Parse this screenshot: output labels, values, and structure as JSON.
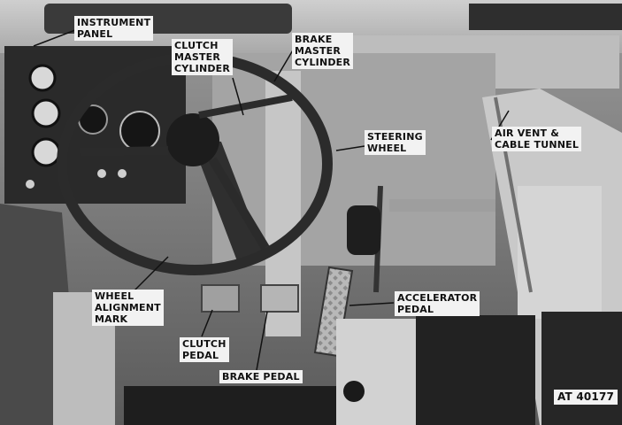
{
  "labels": {
    "instrument_panel": [
      "INSTRUMENT",
      "PANEL"
    ],
    "clutch_master_cylinder": [
      "CLUTCH",
      "MASTER",
      "CYLINDER"
    ],
    "brake_master_cylinder": [
      "BRAKE",
      "MASTER",
      "CYLINDER"
    ],
    "steering_wheel": [
      "STEERING",
      "WHEEL"
    ],
    "air_vent_cable_tunnel": [
      "AIR VENT &",
      "CABLE TUNNEL"
    ],
    "wheel_alignment_mark": [
      "WHEEL",
      "ALIGNMENT",
      "MARK"
    ],
    "clutch_pedal": [
      "CLUTCH",
      "PEDAL"
    ],
    "brake_pedal": [
      "BRAKE PEDAL"
    ],
    "accelerator_pedal": [
      "ACCELERATOR",
      "PEDAL"
    ]
  },
  "figure_id": "AT 40177"
}
